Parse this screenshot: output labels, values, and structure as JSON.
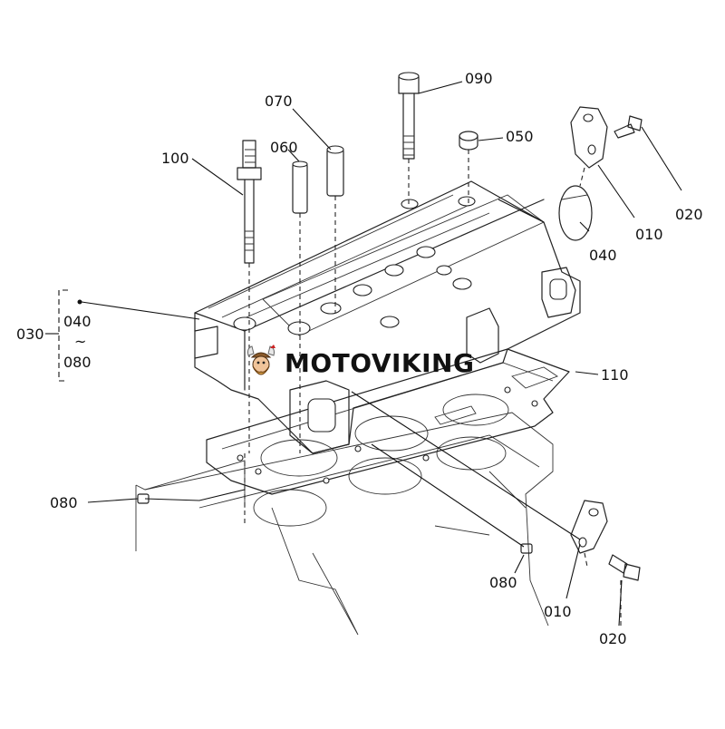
{
  "diagram": {
    "labels": {
      "p020_top": "020",
      "p010_top": "010",
      "p040_top": "040",
      "p050": "050",
      "p090": "090",
      "p070": "070",
      "p060": "060",
      "p100": "100",
      "p030": "030",
      "p040_bracket": "040",
      "p_tilde": "~",
      "p080_bracket": "080",
      "p110": "110",
      "p080_left": "080",
      "p080_mid": "080",
      "p010_bottom": "010",
      "p020_bottom": "020"
    },
    "watermark": {
      "brand": "MOTOVIKING",
      "logo_icon": "viking-mascot-icon"
    }
  }
}
